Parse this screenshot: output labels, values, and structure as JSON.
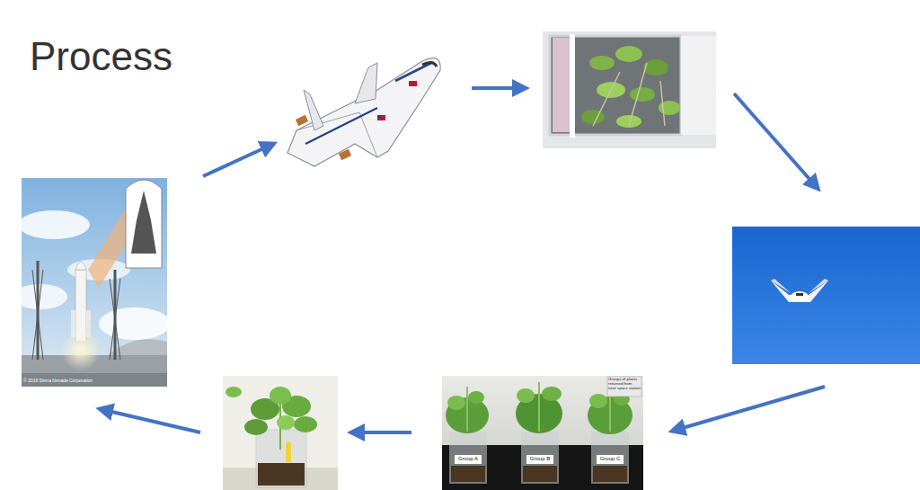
{
  "diagram": {
    "title": "Process",
    "labels": [
      "© 2016 Sierra Nevada Corporation",
      "Groups of plants returned from near space station",
      "Group A",
      "Group B",
      "Group C"
    ]
  }
}
